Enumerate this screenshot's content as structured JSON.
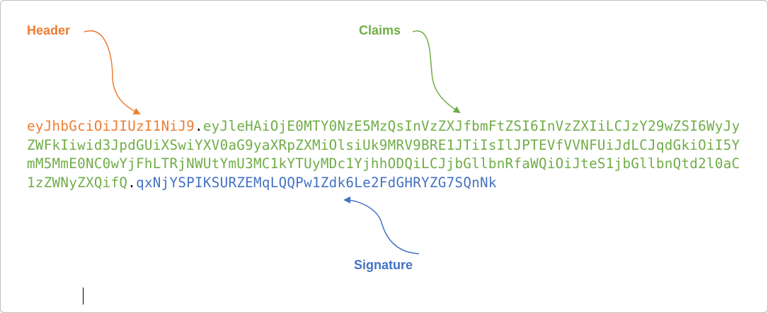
{
  "labels": {
    "header": "Header",
    "claims": "Claims",
    "signature": "Signature"
  },
  "token": {
    "header": "eyJhbGciOiJIUzI1NiJ9",
    "separator_1": ".",
    "claims": "eyJleHAiOjE0MTY0NzE5MzQsInVzZXJfbmFtZSI6InVzZXIiLCJzY29wZSI6WyJyZWFkIiwid3JpdGUiXSwiYXV0aG9yaXRpZXMiOlsiUk9MRV9BRE1JTiIsIlJPTEVfVVNFUiJdLCJqdGkiOiI5YmM5MmE0NC0wYjFhLTRjNWUtYmU3MC1kYTUyMDc1YjhhODQiLCJjbGllbnRfaWQiOiJteS1jbGllbnQtd2l0aC1zZWNyZXQifQ",
    "separator_2": ".",
    "signature": "qxNjYSPIKSURZEMqLQQPw1Zdk6Le2FdGHRYZG7SQnNk"
  },
  "colors": {
    "header": "#ED7D31",
    "claims": "#70AD47",
    "signature": "#4472C4",
    "separator": "#000000"
  }
}
